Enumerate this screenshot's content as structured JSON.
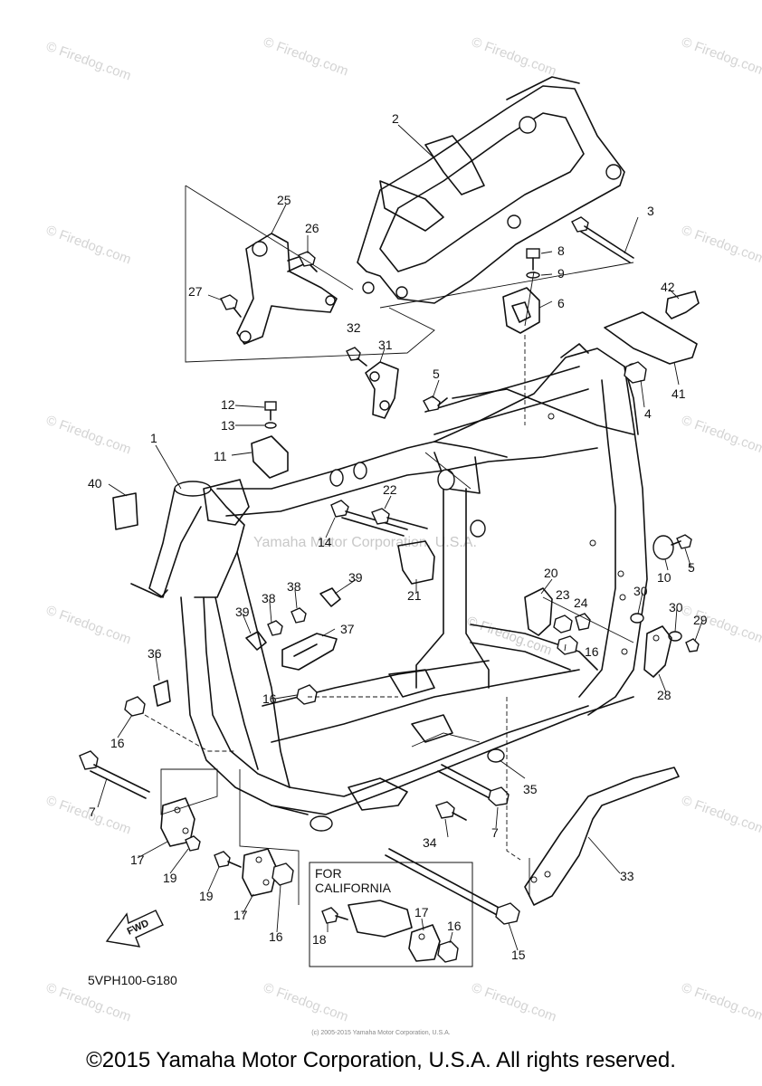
{
  "watermark": "Firedog.com",
  "watermark_symbol": "©",
  "center_watermark": "Yamaha Motor Corporation, U.S.A.",
  "callouts": [
    "1",
    "2",
    "3",
    "4",
    "5",
    "5",
    "6",
    "7",
    "7",
    "8",
    "9",
    "10",
    "11",
    "12",
    "13",
    "14",
    "15",
    "16",
    "16",
    "16",
    "16",
    "16",
    "17",
    "17",
    "17",
    "18",
    "19",
    "19",
    "20",
    "21",
    "22",
    "23",
    "24",
    "25",
    "26",
    "27",
    "28",
    "29",
    "30",
    "30",
    "31",
    "32",
    "33",
    "34",
    "35",
    "36",
    "37",
    "38",
    "38",
    "39",
    "39",
    "40",
    "41",
    "42"
  ],
  "california_box": {
    "title_line1": "FOR",
    "title_line2": "CALIFORNIA"
  },
  "fwd_arrow": "FWD",
  "diagram_code": "5VPH100-G180",
  "tiny_print": "(c) 2005-2015 Yamaha Motor Corporation, U.S.A.",
  "copyright": "©2015 Yamaha Motor Corporation, U.S.A. All rights reserved."
}
